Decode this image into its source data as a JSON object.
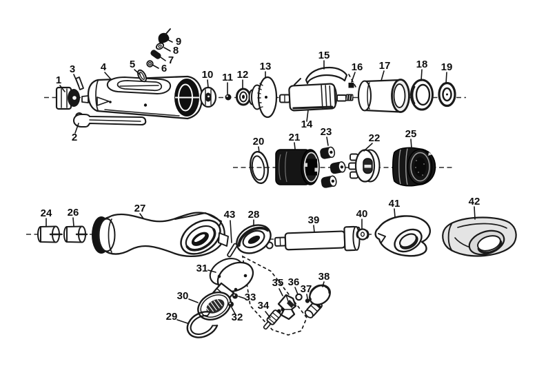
{
  "diagram": {
    "kind": "exploded-parts-diagram",
    "parts": [
      {
        "number": "1"
      },
      {
        "number": "2"
      },
      {
        "number": "3"
      },
      {
        "number": "4"
      },
      {
        "number": "5"
      },
      {
        "number": "6"
      },
      {
        "number": "7"
      },
      {
        "number": "8"
      },
      {
        "number": "9"
      },
      {
        "number": "10"
      },
      {
        "number": "11"
      },
      {
        "number": "12"
      },
      {
        "number": "13"
      },
      {
        "number": "14"
      },
      {
        "number": "15"
      },
      {
        "number": "16"
      },
      {
        "number": "17"
      },
      {
        "number": "18"
      },
      {
        "number": "19"
      },
      {
        "number": "20"
      },
      {
        "number": "21"
      },
      {
        "number": "22"
      },
      {
        "number": "23"
      },
      {
        "number": "24"
      },
      {
        "number": "25"
      },
      {
        "number": "26"
      },
      {
        "number": "27"
      },
      {
        "number": "28"
      },
      {
        "number": "29"
      },
      {
        "number": "30"
      },
      {
        "number": "31"
      },
      {
        "number": "32"
      },
      {
        "number": "33"
      },
      {
        "number": "34"
      },
      {
        "number": "35"
      },
      {
        "number": "36"
      },
      {
        "number": "37"
      },
      {
        "number": "38"
      },
      {
        "number": "39"
      },
      {
        "number": "40"
      },
      {
        "number": "41"
      },
      {
        "number": "42"
      },
      {
        "number": "43"
      }
    ],
    "colors": {
      "ink": "#1a1a1a",
      "paper": "#ffffff",
      "boot_gray": "#e4e4e4"
    }
  }
}
